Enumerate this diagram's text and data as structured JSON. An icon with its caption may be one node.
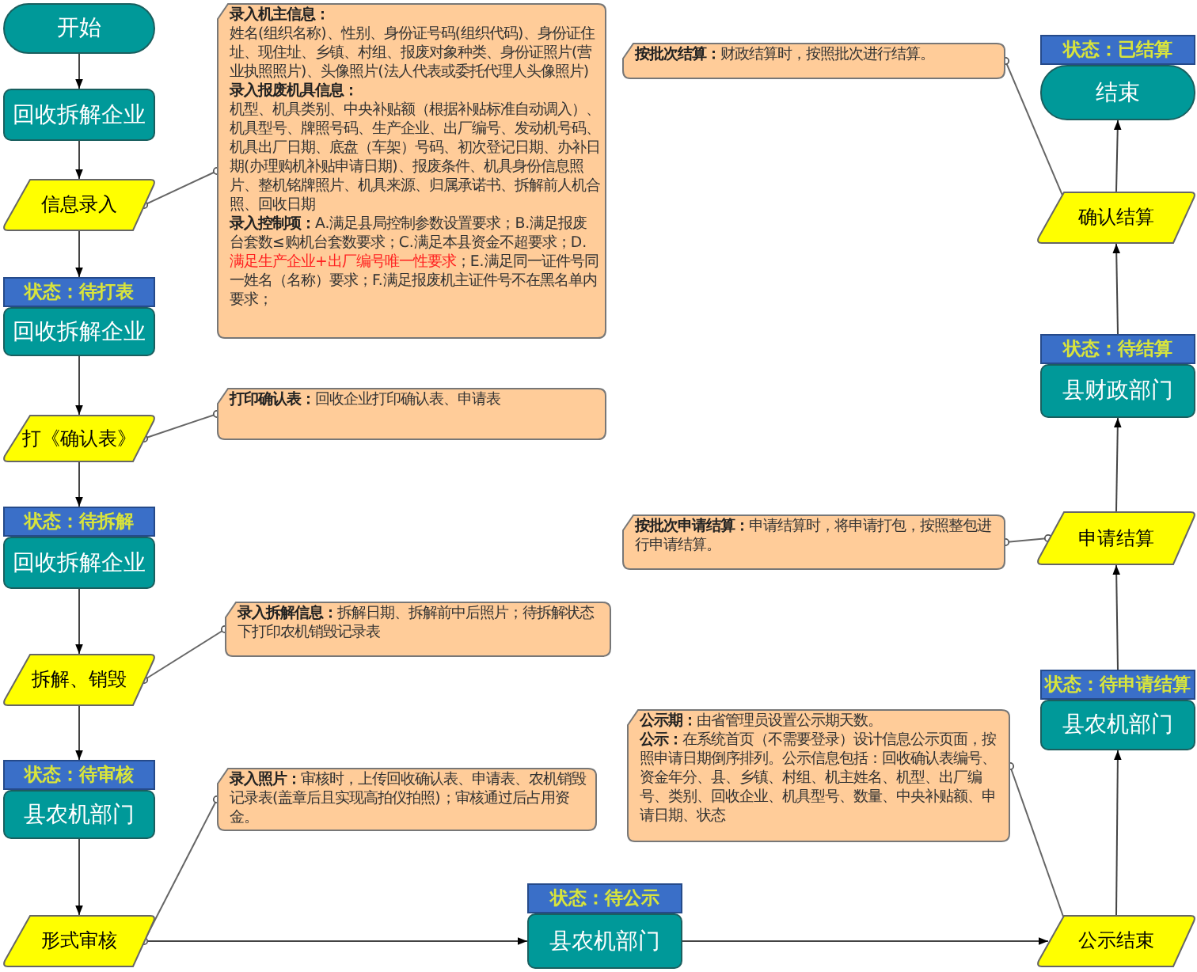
{
  "diagram": {
    "nodes": [
      {
        "text": [
          "开始"
        ]
      },
      {
        "text": [
          "回收拆解企业"
        ]
      },
      {
        "text": [
          "信息录入"
        ]
      },
      {
        "text": [
          "**录入机主信息：**",
          "姓名(组织名称)、性别、身份证号码(组织代码)、身份证住址、现住址、乡镇、村组、报废对象种类、身份证照片(营业执照照片)、头像照片(法人代表或委托代理人头像照片)",
          "**录入报废机具信息：**",
          "机型、机具类别、中央补贴额（根据补贴标准自动调入）、机具型号、牌照号码、生产企业、出厂编号、发动机号码、机具出厂日期、底盘（车架）号码、初次登记日期、办补日期(办理购机补贴申请日期)、报废条件、机具身份信息照片、整机铭牌照片、机具来源、归属承诺书、拆解前人机合照、回收日期",
          "**录入控制项：**A.满足县局控制参数设置要求；B.满足报废台套数≤购机台套数要求；C.满足本县资金不超要求；D.",
          "满足生产企业+出厂编号唯一性要求",
          "；E.满足同一证件号同一姓名（名称）要求；F.满足报废机主证件号不在黑名单内要求；"
        ]
      },
      {
        "text": [
          "状态：待打表",
          "回收拆解企业"
        ]
      },
      {
        "text": [
          "打《确认表》"
        ]
      },
      {
        "text": [
          "**打印确认表：**回收企业打印确认表、申请表"
        ]
      },
      {
        "text": [
          "状态：待拆解",
          "回收拆解企业"
        ]
      },
      {
        "text": [
          "拆解、销毁"
        ]
      },
      {
        "text": [
          "**录入拆解信息：**拆解日期、拆解前中后照片；待拆解状态下打印农机销毁记录表"
        ]
      },
      {
        "text": [
          "状态：待审核",
          "县农机部门"
        ]
      },
      {
        "text": [
          "形式审核"
        ]
      },
      {
        "text": [
          "**录入照片：**审核时，上传回收确认表、申请表、农机销毁记录表(盖章后且实现高拍仪拍照)；审核通过后占用资金。"
        ]
      },
      {
        "text": [
          "状态：待公示",
          "县农机部门"
        ]
      },
      {
        "text": [
          "公示结束"
        ]
      },
      {
        "text": [
          "**公示期：**由省管理员设置公示期天数。",
          "**公示：**在系统首页（不需要登录）设计信息公示页面，按照申请日期倒序排列。公示信息包括：回收确认表编号、资金年分、县、乡镇、村组、机主姓名、机型、出厂编号、类别、回收企业、机具型号、数量、中央补贴额、申请日期、状态"
        ]
      },
      {
        "text": [
          "状态：待申请结算",
          "县农机部门"
        ]
      },
      {
        "text": [
          "申请结算"
        ]
      },
      {
        "text": [
          "**按批次申请结算：**申请结算时，将申请打包，按照整包进行申请结算。"
        ]
      },
      {
        "text": [
          "状态：待结算",
          "县财政部门"
        ]
      },
      {
        "text": [
          "确认结算"
        ]
      },
      {
        "text": [
          "**按批次结算：**财政结算时，按照批次进行结算。"
        ]
      },
      {
        "text": [
          "状态：已结算",
          "结束"
        ]
      }
    ],
    "edges": [
      {
        "from": 0,
        "to": 1,
        "arrow": "to"
      },
      {
        "from": 1,
        "to": 2,
        "arrow": "to"
      },
      {
        "from": 2,
        "to": 4,
        "arrow": "to"
      },
      {
        "from": 4,
        "to": 5,
        "arrow": "to"
      },
      {
        "from": 5,
        "to": 7,
        "arrow": "to"
      },
      {
        "from": 7,
        "to": 8,
        "arrow": "to"
      },
      {
        "from": 8,
        "to": 10,
        "arrow": "to"
      },
      {
        "from": 10,
        "to": 11,
        "arrow": "to"
      },
      {
        "from": 11,
        "to": 13,
        "arrow": "to"
      },
      {
        "from": 13,
        "to": 14,
        "arrow": "to"
      },
      {
        "from": 14,
        "to": 16,
        "arrow": "to"
      },
      {
        "from": 16,
        "to": 17,
        "arrow": "to"
      },
      {
        "from": 17,
        "to": 19,
        "arrow": "to"
      },
      {
        "from": 19,
        "to": 20,
        "arrow": "to"
      },
      {
        "from": 20,
        "to": 22,
        "arrow": "to"
      },
      {
        "from": 3,
        "to": 2,
        "arrow": "other"
      },
      {
        "from": 6,
        "to": 5,
        "arrow": "other"
      },
      {
        "from": 9,
        "to": 8,
        "arrow": "other"
      },
      {
        "from": 12,
        "to": 11,
        "arrow": "other"
      },
      {
        "from": 15,
        "to": 14,
        "arrow": "other"
      },
      {
        "from": 18,
        "to": 17,
        "arrow": "other"
      },
      {
        "from": 21,
        "to": 20,
        "arrow": "other"
      }
    ]
  }
}
